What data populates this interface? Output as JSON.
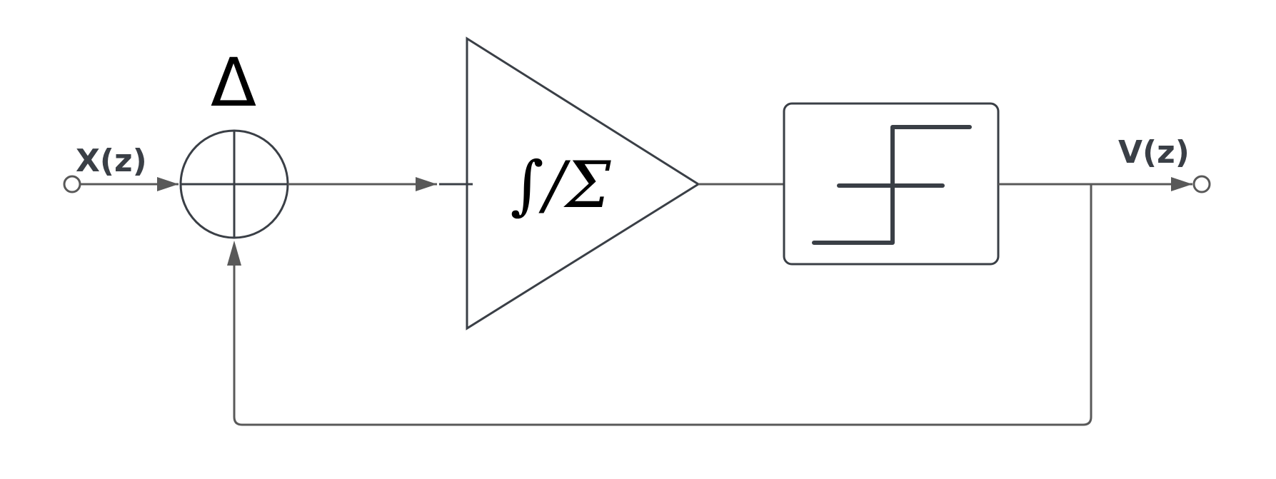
{
  "diagram": {
    "input_label": "X(z)",
    "output_label": "V(z)",
    "summer_symbol": "Δ",
    "integrator_symbol": "∫/Σ"
  },
  "colors": {
    "wire": "#595959",
    "shape": "#3a3f46",
    "background": "#ffffff"
  }
}
